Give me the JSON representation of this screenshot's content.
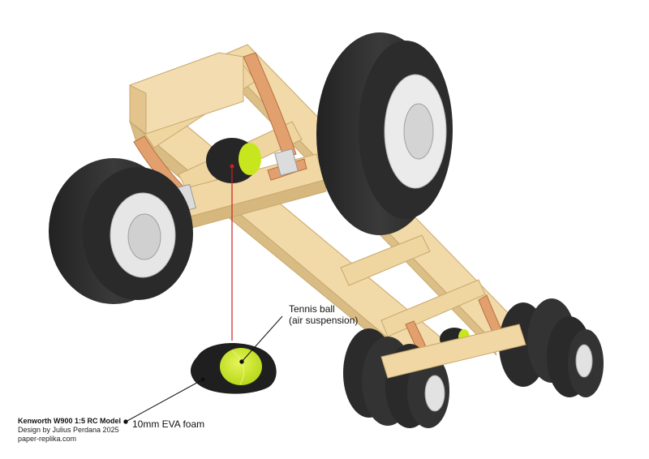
{
  "labels": {
    "tennis_ball_line1": "Tennis ball",
    "tennis_ball_line2": "(air suspension)",
    "eva_foam": "10mm EVA foam"
  },
  "credits": {
    "title": "Kenworth W900 1:5 RC Model",
    "designer": "Design by Julius Perdana 2025",
    "website": "paper-replika.com"
  },
  "colors": {
    "wood": "#f1d9a8",
    "wood_dark": "#dcbf86",
    "copper": "#e2a06f",
    "tire": "#303030",
    "rim": "#e6e6e6",
    "tennis_ball": "#c8e61e",
    "leader_red": "#cc2020"
  }
}
